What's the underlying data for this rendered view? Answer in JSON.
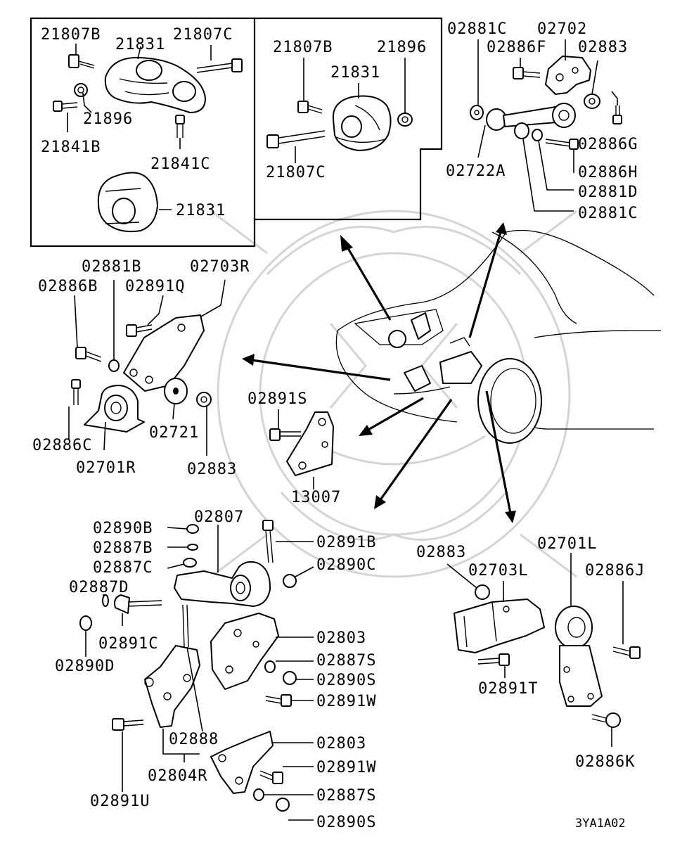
{
  "figure_code": "3YA1A02",
  "callouts": {
    "inset": {
      "c21807B_a": "21807B",
      "c21831_a": "21831",
      "c21807C_a": "21807C",
      "c21896_a": "21896",
      "c21841B": "21841B",
      "c21841C": "21841C",
      "c21831_b": "21831",
      "c21807B_b": "21807B",
      "c21896_b": "21896",
      "c21831_c": "21831",
      "c21807C_b": "21807C"
    },
    "top_right": {
      "c02881C_a": "02881C",
      "c02702": "02702",
      "c02886F": "02886F",
      "c02883_a": "02883",
      "c02886G": "02886G",
      "c02722A": "02722A",
      "c02886H": "02886H",
      "c02881D": "02881D",
      "c02881C_b": "02881C"
    },
    "left_mount": {
      "c02881B": "02881B",
      "c02703R": "02703R",
      "c02886B": "02886B",
      "c02891Q": "02891Q",
      "c02886C": "02886C",
      "c02721": "02721",
      "c02883_b": "02883",
      "c02701R": "02701R"
    },
    "mid_bracket": {
      "c02891S": "02891S",
      "c13007": "13007"
    },
    "lower_left": {
      "c02890B": "02890B",
      "c02807": "02807",
      "c02887B": "02887B",
      "c02891B": "02891B",
      "c02887C": "02887C",
      "c02890C": "02890C",
      "c02887D": "02887D",
      "c02891C": "02891C",
      "c02890D": "02890D",
      "c02803_a": "02803",
      "c02887S_a": "02887S",
      "c02890S_a": "02890S",
      "c02891W_a": "02891W",
      "c02888": "02888",
      "c02803_b": "02803",
      "c02891W_b": "02891W",
      "c02804R": "02804R",
      "c02887S_b": "02887S",
      "c02891U": "02891U",
      "c02890S_b": "02890S"
    },
    "lower_right": {
      "c02883_c": "02883",
      "c02701L": "02701L",
      "c02703L": "02703L",
      "c02886J": "02886J",
      "c02891T": "02891T",
      "c02886K": "02886K"
    }
  },
  "colors": {
    "ink": "#000000",
    "watermark": "#d4d4d4",
    "paper": "#ffffff"
  }
}
